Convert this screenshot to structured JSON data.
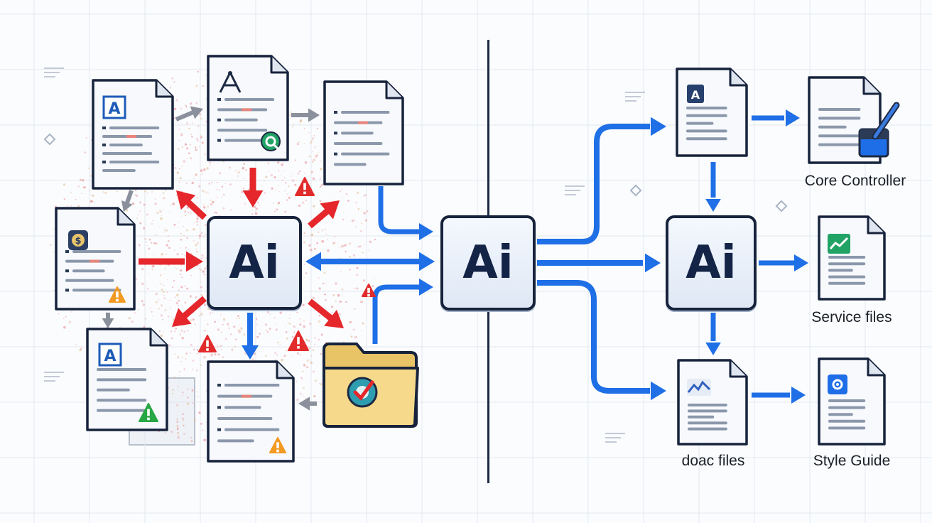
{
  "ai_nodes": [
    {
      "id": "ai-left",
      "text": "Ai"
    },
    {
      "id": "ai-center",
      "text": "Ai"
    },
    {
      "id": "ai-right",
      "text": "Ai"
    }
  ],
  "labels": {
    "core_controller": "Core Controller",
    "service_files": "Service files",
    "doac_files": "doac files",
    "style_guide": "Style Guide"
  },
  "icons": {
    "left_docs": [
      "letter-a-icon",
      "drafting-compass-icon",
      "list-icon",
      "dollar-badge-icon",
      "letter-a-icon",
      "list-icon"
    ],
    "folder": "gear-check-folder-icon",
    "warnings": "warning-triangle-icon"
  },
  "colors": {
    "blue_arrow": "#1f6fe6",
    "red_arrow": "#e5262b",
    "gray_arrow": "#8a919c",
    "outline": "#17233c",
    "doc_fill": "#f7f9fc",
    "folder_fill": "#f6d98a",
    "warning_orange": "#f29a21",
    "warning_green": "#28a745",
    "warning_red": "#e22b2b"
  }
}
